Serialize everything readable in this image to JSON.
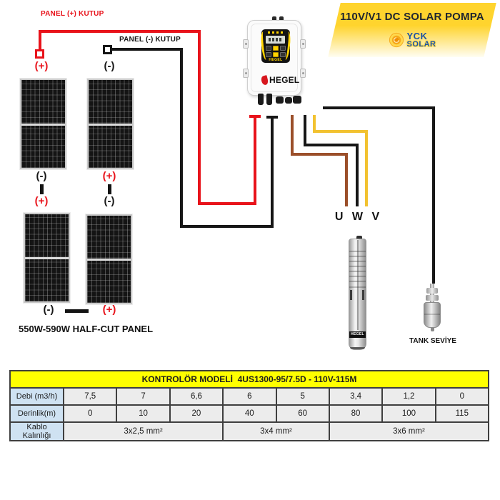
{
  "colors": {
    "wire_red": "#e8131b",
    "wire_black": "#161616",
    "wire_brown": "#9b4f2a",
    "wire_yellow": "#f2c230",
    "banner_yellow": "#ffd42e",
    "banner_text": "#20262f",
    "logo_blue": "#1d53a3",
    "table_header_bg": "#ffff00",
    "table_label_bg": "#cfe2f2",
    "table_cell_bg": "#ececec"
  },
  "banner": {
    "title": "110V/V1 DC SOLAR POMPA",
    "logo_top": "YCK",
    "logo_bottom": "SOLAR"
  },
  "labels": {
    "panel_plus_kutup": "PANEL (+) KUTUP",
    "panel_minus_kutup": "PANEL (-) KUTUP",
    "panel_caption": "550W-590W HALF-CUT PANEL",
    "pump_terminals": "U W V",
    "tank_level": "TANK SEVİYE",
    "controller_brand": "HEGEL",
    "pump_brand": "HEGEL"
  },
  "panels": [
    {
      "id": "top-left",
      "top_label": "(+)",
      "bottom_label": "(-)"
    },
    {
      "id": "top-right",
      "top_label": "(-)",
      "bottom_label": "(+)"
    },
    {
      "id": "bottom-left",
      "top_label": "(+)",
      "bottom_label": "(-)"
    },
    {
      "id": "bottom-right",
      "top_label": "(-)",
      "bottom_label": "(+)"
    }
  ],
  "table": {
    "title": "KONTROLÖR MODELİ  4US1300-95/7.5D - 110V-115M",
    "rows": [
      {
        "label": "Debi (m3/h)",
        "values": [
          "7,5",
          "7",
          "6,6",
          "6",
          "5",
          "3,4",
          "1,2",
          "0"
        ]
      },
      {
        "label": "Derinlik(m)",
        "values": [
          "0",
          "10",
          "20",
          "40",
          "60",
          "80",
          "100",
          "115"
        ]
      },
      {
        "label": "Kablo Kalınlığı",
        "merged": [
          {
            "text": "3x2,5 mm²",
            "span": 3
          },
          {
            "text": "3x4 mm²",
            "span": 2
          },
          {
            "text": "3x6 mm²",
            "span": 3
          }
        ]
      }
    ]
  }
}
